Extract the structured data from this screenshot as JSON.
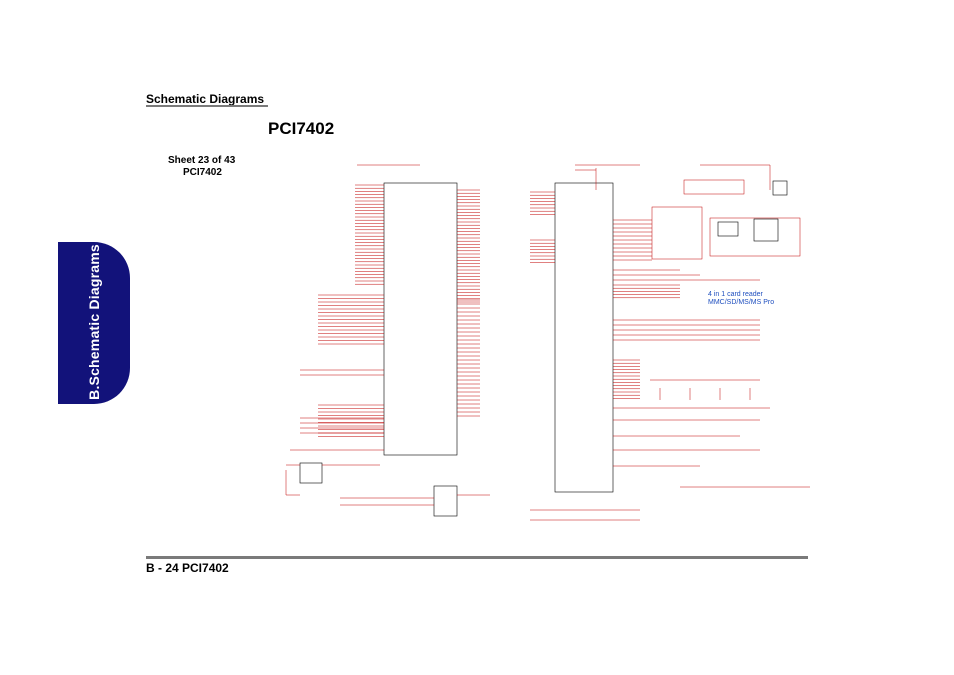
{
  "header": {
    "section": "Schematic  Diagrams"
  },
  "page_title": "PCI7402",
  "sheet": {
    "line1": "Sheet 23 of 43",
    "line2": "PCI7402"
  },
  "side_tab": {
    "label": "B.Schematic Diagrams"
  },
  "footer": {
    "label": "B - 24  PCI7402"
  },
  "annotation": {
    "line1": "4 in 1 card reader",
    "line2": "MMC/SD/MS/MS Pro"
  },
  "colors": {
    "tab": "#12127a",
    "wire": "#c00000",
    "part": "#000000",
    "note": "#1f4fbf",
    "rule": "#7a7a7a"
  }
}
